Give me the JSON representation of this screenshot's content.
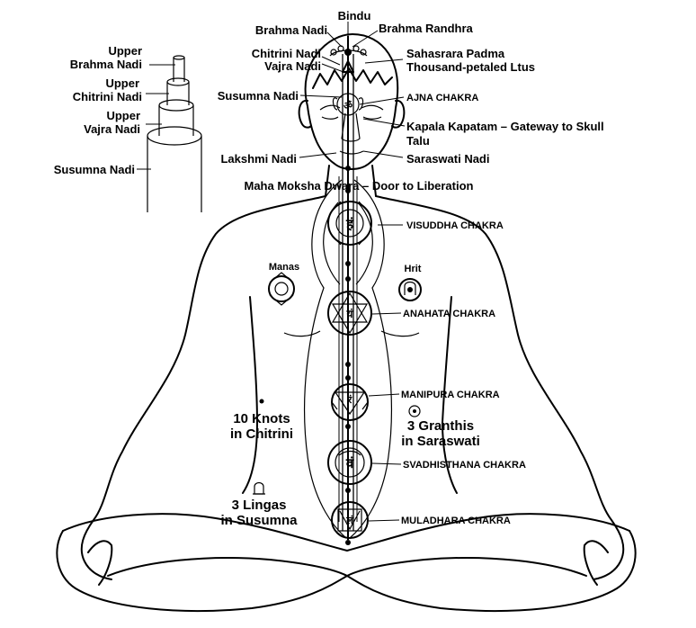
{
  "labels": {
    "bindu": "Bindu",
    "brahma_nadi": "Brahma Nadi",
    "brahma_randhra": "Brahma Randhra",
    "chitrini_nadi": "Chitrini Nadi",
    "vajra_nadi": "Vajra Nadi",
    "sahasrara_1": "Sahasrara Padma",
    "sahasrara_2": "Thousand-petaled Ltus",
    "susumna_nadi": "Susumna Nadi",
    "ajna": "AJNA CHAKRA",
    "kapala_1": "Kapala Kapatam – Gateway to Skull",
    "kapala_2": "Talu",
    "lakshmi_nadi": "Lakshmi Nadi",
    "saraswati_nadi": "Saraswati Nadi",
    "maha_moksha": "Maha Moksha Dwara – Door to Liberation",
    "visuddha": "VISUDDHA CHAKRA",
    "manas": "Manas",
    "hrit": "Hrit",
    "anahata": "ANAHATA CHAKRA",
    "manipura": "MANIPURA CHAKRA",
    "svadhisthana": "SVADHISTHANA CHAKRA",
    "muladhara": "MULADHARA CHAKRA",
    "knots_1": "10 Knots",
    "knots_2": "in Chitrini",
    "granthis_1": "3 Granthis",
    "granthis_2": "in Saraswati",
    "lingas_1": "3 Lingas",
    "lingas_2": "in Susumna"
  },
  "inset": {
    "upper_brahma_1": "Upper",
    "upper_brahma_2": "Brahma Nadi",
    "upper_chitrini_1": "Upper",
    "upper_chitrini_2": "Chitrini Nadi",
    "upper_vajra_1": "Upper",
    "upper_vajra_2": "Vajra Nadi",
    "susumna": "Susumna Nadi"
  },
  "chakra_syllables": {
    "ajna": "ॐ",
    "visuddha": "हं",
    "anahata": "यं",
    "manipura": "रं",
    "svadhisthana": "वं",
    "muladhara": "लं"
  }
}
